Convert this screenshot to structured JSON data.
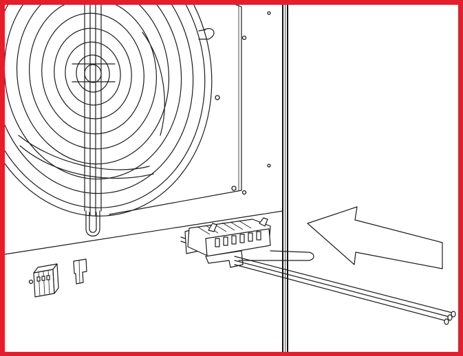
{
  "figure": {
    "frame_color": "#e31e2d",
    "line_color": "#1a1a1a",
    "background": "#ffffff",
    "icons": [
      "fan-guard",
      "terminal-block-plug",
      "insertion-arrow",
      "wire-bundle",
      "mounting-screws"
    ]
  }
}
